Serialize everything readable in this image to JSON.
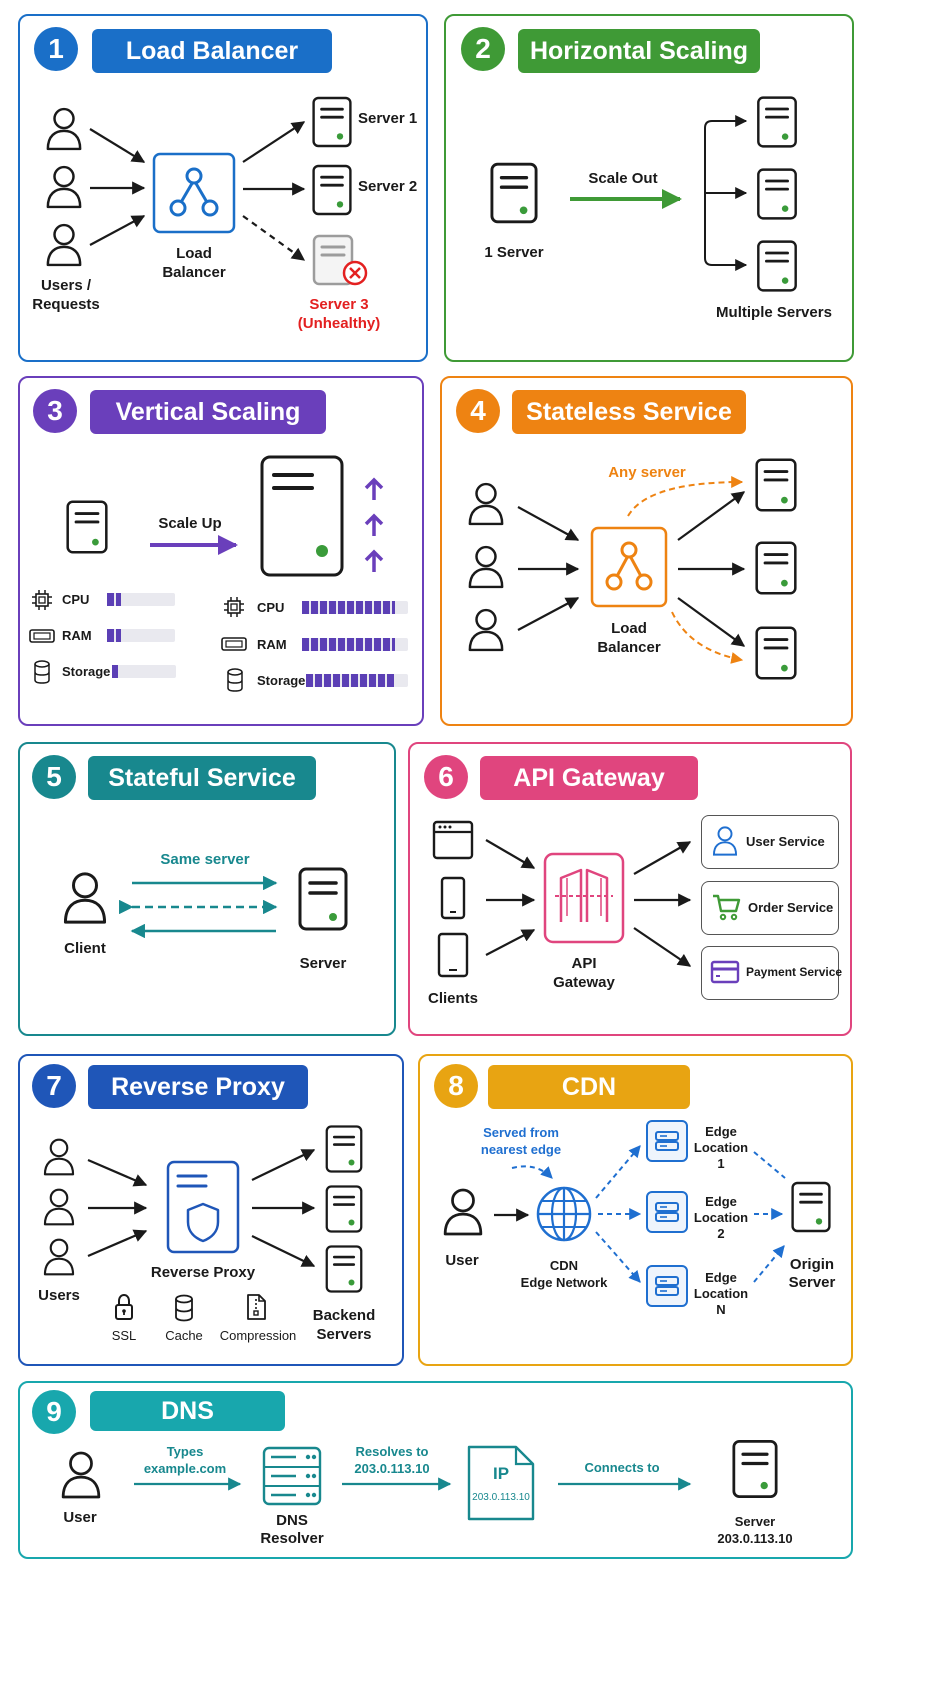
{
  "colors": {
    "blue": "#1a6fc8",
    "green": "#3f9a36",
    "purple": "#6a3fbb",
    "orange": "#ee8312",
    "teal": "#18888e",
    "pink": "#e0457e",
    "navy": "#1f56b8",
    "amber": "#e8a412",
    "cyan": "#18a7ad",
    "red": "#e32020",
    "server_led": "#3a9b3a"
  },
  "panels": [
    {
      "number": "1",
      "title": "Load Balancer"
    },
    {
      "number": "2",
      "title": "Horizontal Scaling"
    },
    {
      "number": "3",
      "title": "Vertical Scaling"
    },
    {
      "number": "4",
      "title": "Stateless Service"
    },
    {
      "number": "5",
      "title": "Stateful Service"
    },
    {
      "number": "6",
      "title": "API Gateway"
    },
    {
      "number": "7",
      "title": "Reverse Proxy"
    },
    {
      "number": "8",
      "title": "CDN"
    },
    {
      "number": "9",
      "title": "DNS"
    }
  ],
  "load_balancer": {
    "users_label": "Users /\nRequests",
    "lb_label": "Load\nBalancer",
    "server1": "Server 1",
    "server2": "Server 2",
    "server3": "Server 3\n(Unhealthy)"
  },
  "horizontal": {
    "single": "1 Server",
    "arrow": "Scale Out",
    "multiple": "Multiple Servers"
  },
  "vertical": {
    "arrow": "Scale Up",
    "resources": [
      {
        "name": "CPU",
        "icon": "cpu-icon",
        "small_level": 0.2,
        "large_level": 0.88
      },
      {
        "name": "RAM",
        "icon": "ram-icon",
        "small_level": 0.2,
        "large_level": 0.88
      },
      {
        "name": "Storage",
        "icon": "storage-icon",
        "small_level": 0.1,
        "large_level": 0.88
      }
    ]
  },
  "stateless": {
    "any_server": "Any server",
    "lb_label": "Load\nBalancer"
  },
  "stateful": {
    "same_server": "Same server",
    "client": "Client",
    "server": "Server"
  },
  "api_gateway": {
    "clients": "Clients",
    "gateway": "API\nGateway",
    "services": [
      {
        "label": "User Service",
        "icon": "user-icon"
      },
      {
        "label": "Order Service",
        "icon": "cart-icon"
      },
      {
        "label": "Payment Service",
        "icon": "card-icon"
      }
    ]
  },
  "reverse_proxy": {
    "users": "Users",
    "proxy": "Reverse Proxy",
    "backend": "Backend\nServers",
    "features": [
      {
        "label": "SSL",
        "icon": "lock-icon"
      },
      {
        "label": "Cache",
        "icon": "database-icon"
      },
      {
        "label": "Compression",
        "icon": "zip-file-icon"
      }
    ]
  },
  "cdn": {
    "note": "Served from\nnearest edge",
    "user": "User",
    "network": "CDN\nEdge Network",
    "edges": [
      "Edge\nLocation 1",
      "Edge\nLocation 2",
      "Edge\nLocation N"
    ],
    "origin": "Origin\nServer"
  },
  "dns": {
    "user": "User",
    "step1": "Types\nexample.com",
    "resolver": "DNS\nResolver",
    "step2": "Resolves to\n203.0.113.10",
    "ip_title": "IP",
    "ip_value": "203.0.113.10",
    "step3": "Connects to",
    "server": "Server\n203.0.113.10"
  }
}
